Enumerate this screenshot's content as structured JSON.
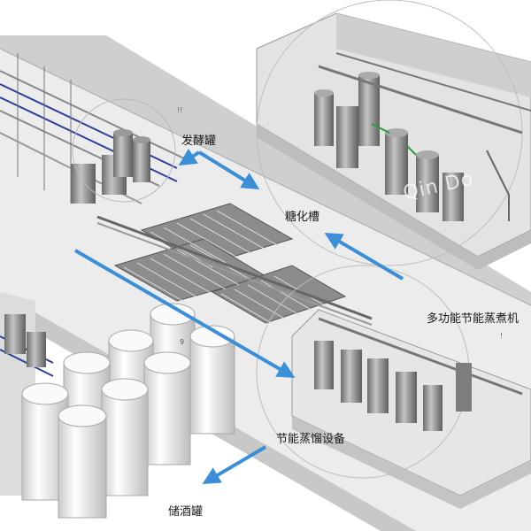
{
  "labels": {
    "fermentation_tank": "发酵罐",
    "saccharification_tank": "糖化槽",
    "multi_function_cooker": "多功能节能蒸煮机",
    "distillation_equipment": "节能蒸馏设备",
    "storage_tank": "储酒罐"
  },
  "watermark": "Qin Do",
  "marker_top": "!!",
  "marker_right": "!",
  "tank_tag": "9",
  "colors": {
    "arrow": "#3b8fd8",
    "hall_floor": "#d9d9d9",
    "hall_wall": "#bdbdbd",
    "tank_body": "#f1f1f1",
    "machine": "#8f8f8f",
    "pipe_blue": "#2a3f9a"
  }
}
